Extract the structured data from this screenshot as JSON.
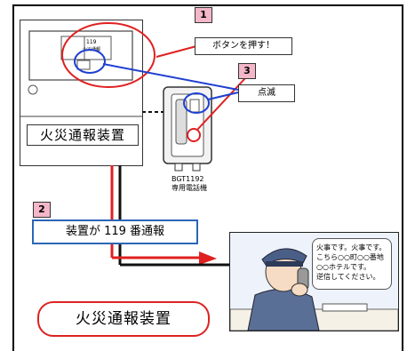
{
  "badges": {
    "one": "1",
    "two": "2",
    "three": "3"
  },
  "callouts": {
    "push_button": "ボタンを押す！",
    "blink": "点滅"
  },
  "device": {
    "label": "火災通報装置",
    "panel_number": "119",
    "panel_caption": "火災通報"
  },
  "phone": {
    "model": "BGT1192",
    "name": "専用電話機"
  },
  "report_box": "装置が 119 番通報",
  "bottom_title": "火災通報装置",
  "speech_lines": [
    "火事です。火事です。",
    "こちら○○町○○番地",
    "○○ホテルです。",
    "逆信してください。"
  ],
  "colors": {
    "red": "#e02020",
    "blue": "#1e3fd0",
    "badge": "#f4b6c9",
    "line": "#111111"
  }
}
